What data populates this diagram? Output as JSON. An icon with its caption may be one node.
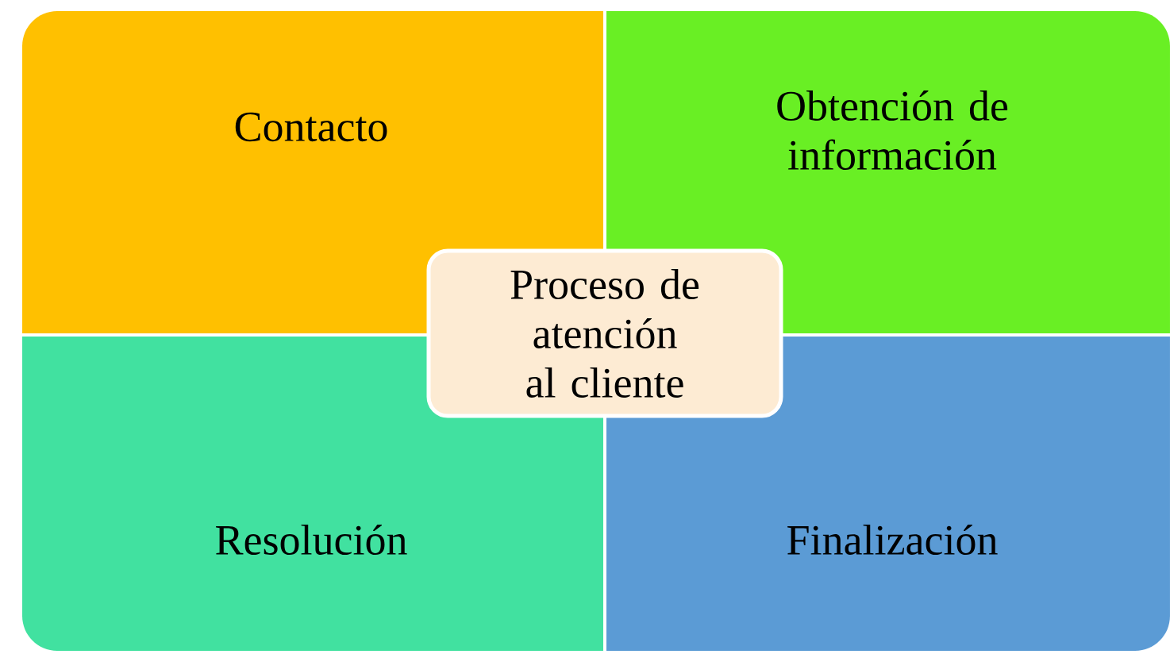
{
  "diagram": {
    "nodes": [
      {
        "text": [
          "Contacto"
        ]
      },
      {
        "text": [
          "Obtención de información"
        ]
      },
      {
        "text": [
          "Resolución"
        ]
      },
      {
        "text": [
          "Finalización"
        ]
      },
      {
        "text": [
          "Proceso de atención al cliente"
        ]
      }
    ]
  }
}
